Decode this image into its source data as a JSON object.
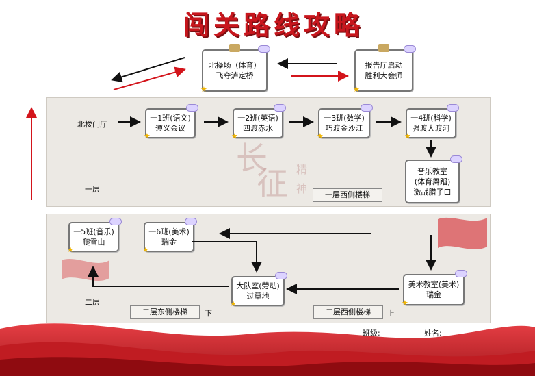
{
  "title": "闯关路线攻略",
  "top_cards": {
    "playground": [
      "北操场（体育）",
      "飞夺泸定桥"
    ],
    "hall": [
      "报告厅启动",
      "胜利大会师"
    ]
  },
  "floor1": {
    "label": "一层",
    "stairs": "一层西侧楼梯",
    "start": "北楼门厅",
    "cards": [
      [
        "一1班(语文)",
        "遵义会议"
      ],
      [
        "一2班(英语)",
        "四渡赤水"
      ],
      [
        "一3班(数学)",
        "巧渡金沙江"
      ],
      [
        "一4班(科学)",
        "强渡大渡河"
      ],
      [
        "音乐教室",
        "(体育舞蹈)",
        "激战腊子口"
      ]
    ],
    "watermark": [
      "长",
      "征",
      "精",
      "神"
    ]
  },
  "floor2": {
    "label": "二层",
    "east_stairs": "二层东侧楼梯",
    "east_mark": "下",
    "west_stairs": "二层西侧楼梯",
    "west_mark": "上",
    "cards": [
      [
        "一5班(音乐)",
        "爬雪山"
      ],
      [
        "一6班(美术)",
        "瑞金"
      ],
      [
        "大队室(劳动)",
        "过草地"
      ],
      [
        "美术教室(美术)",
        "瑞金"
      ]
    ]
  },
  "footer": {
    "class_label": "班级:",
    "name_label": "姓名:"
  },
  "colors": {
    "title": "#c8161d",
    "arrow_red": "#d3141b",
    "arrow_black": "#111111",
    "panel": "#ece9e4"
  }
}
